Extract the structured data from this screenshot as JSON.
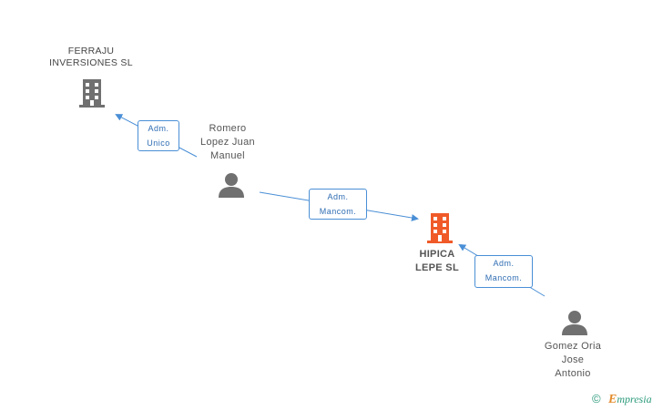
{
  "nodes": {
    "ferraju": {
      "label_line1": "FERRAJU",
      "label_line2": "INVERSIONES SL"
    },
    "romero": {
      "label_line1": "Romero",
      "label_line2": "Lopez Juan",
      "label_line3": "Manuel"
    },
    "hipica": {
      "label_line1": "HIPICA",
      "label_line2": "LEPE SL"
    },
    "gomez": {
      "label_line1": "Gomez Oria",
      "label_line2": "Jose",
      "label_line3": "Antonio"
    }
  },
  "edges": {
    "romero_ferraju": {
      "line1": "Adm.",
      "line2": "Unico"
    },
    "romero_hipica": {
      "line1": "Adm.",
      "line2": "Mancom."
    },
    "gomez_hipica": {
      "line1": "Adm.",
      "line2": "Mancom."
    }
  },
  "footer": {
    "copyright": "©",
    "brand_first": "E",
    "brand_rest": "mpresia"
  },
  "colors": {
    "company_icon": "#707070",
    "main_company_icon": "#f05a28",
    "person_icon": "#707070",
    "edge": "#4a8fd6"
  }
}
